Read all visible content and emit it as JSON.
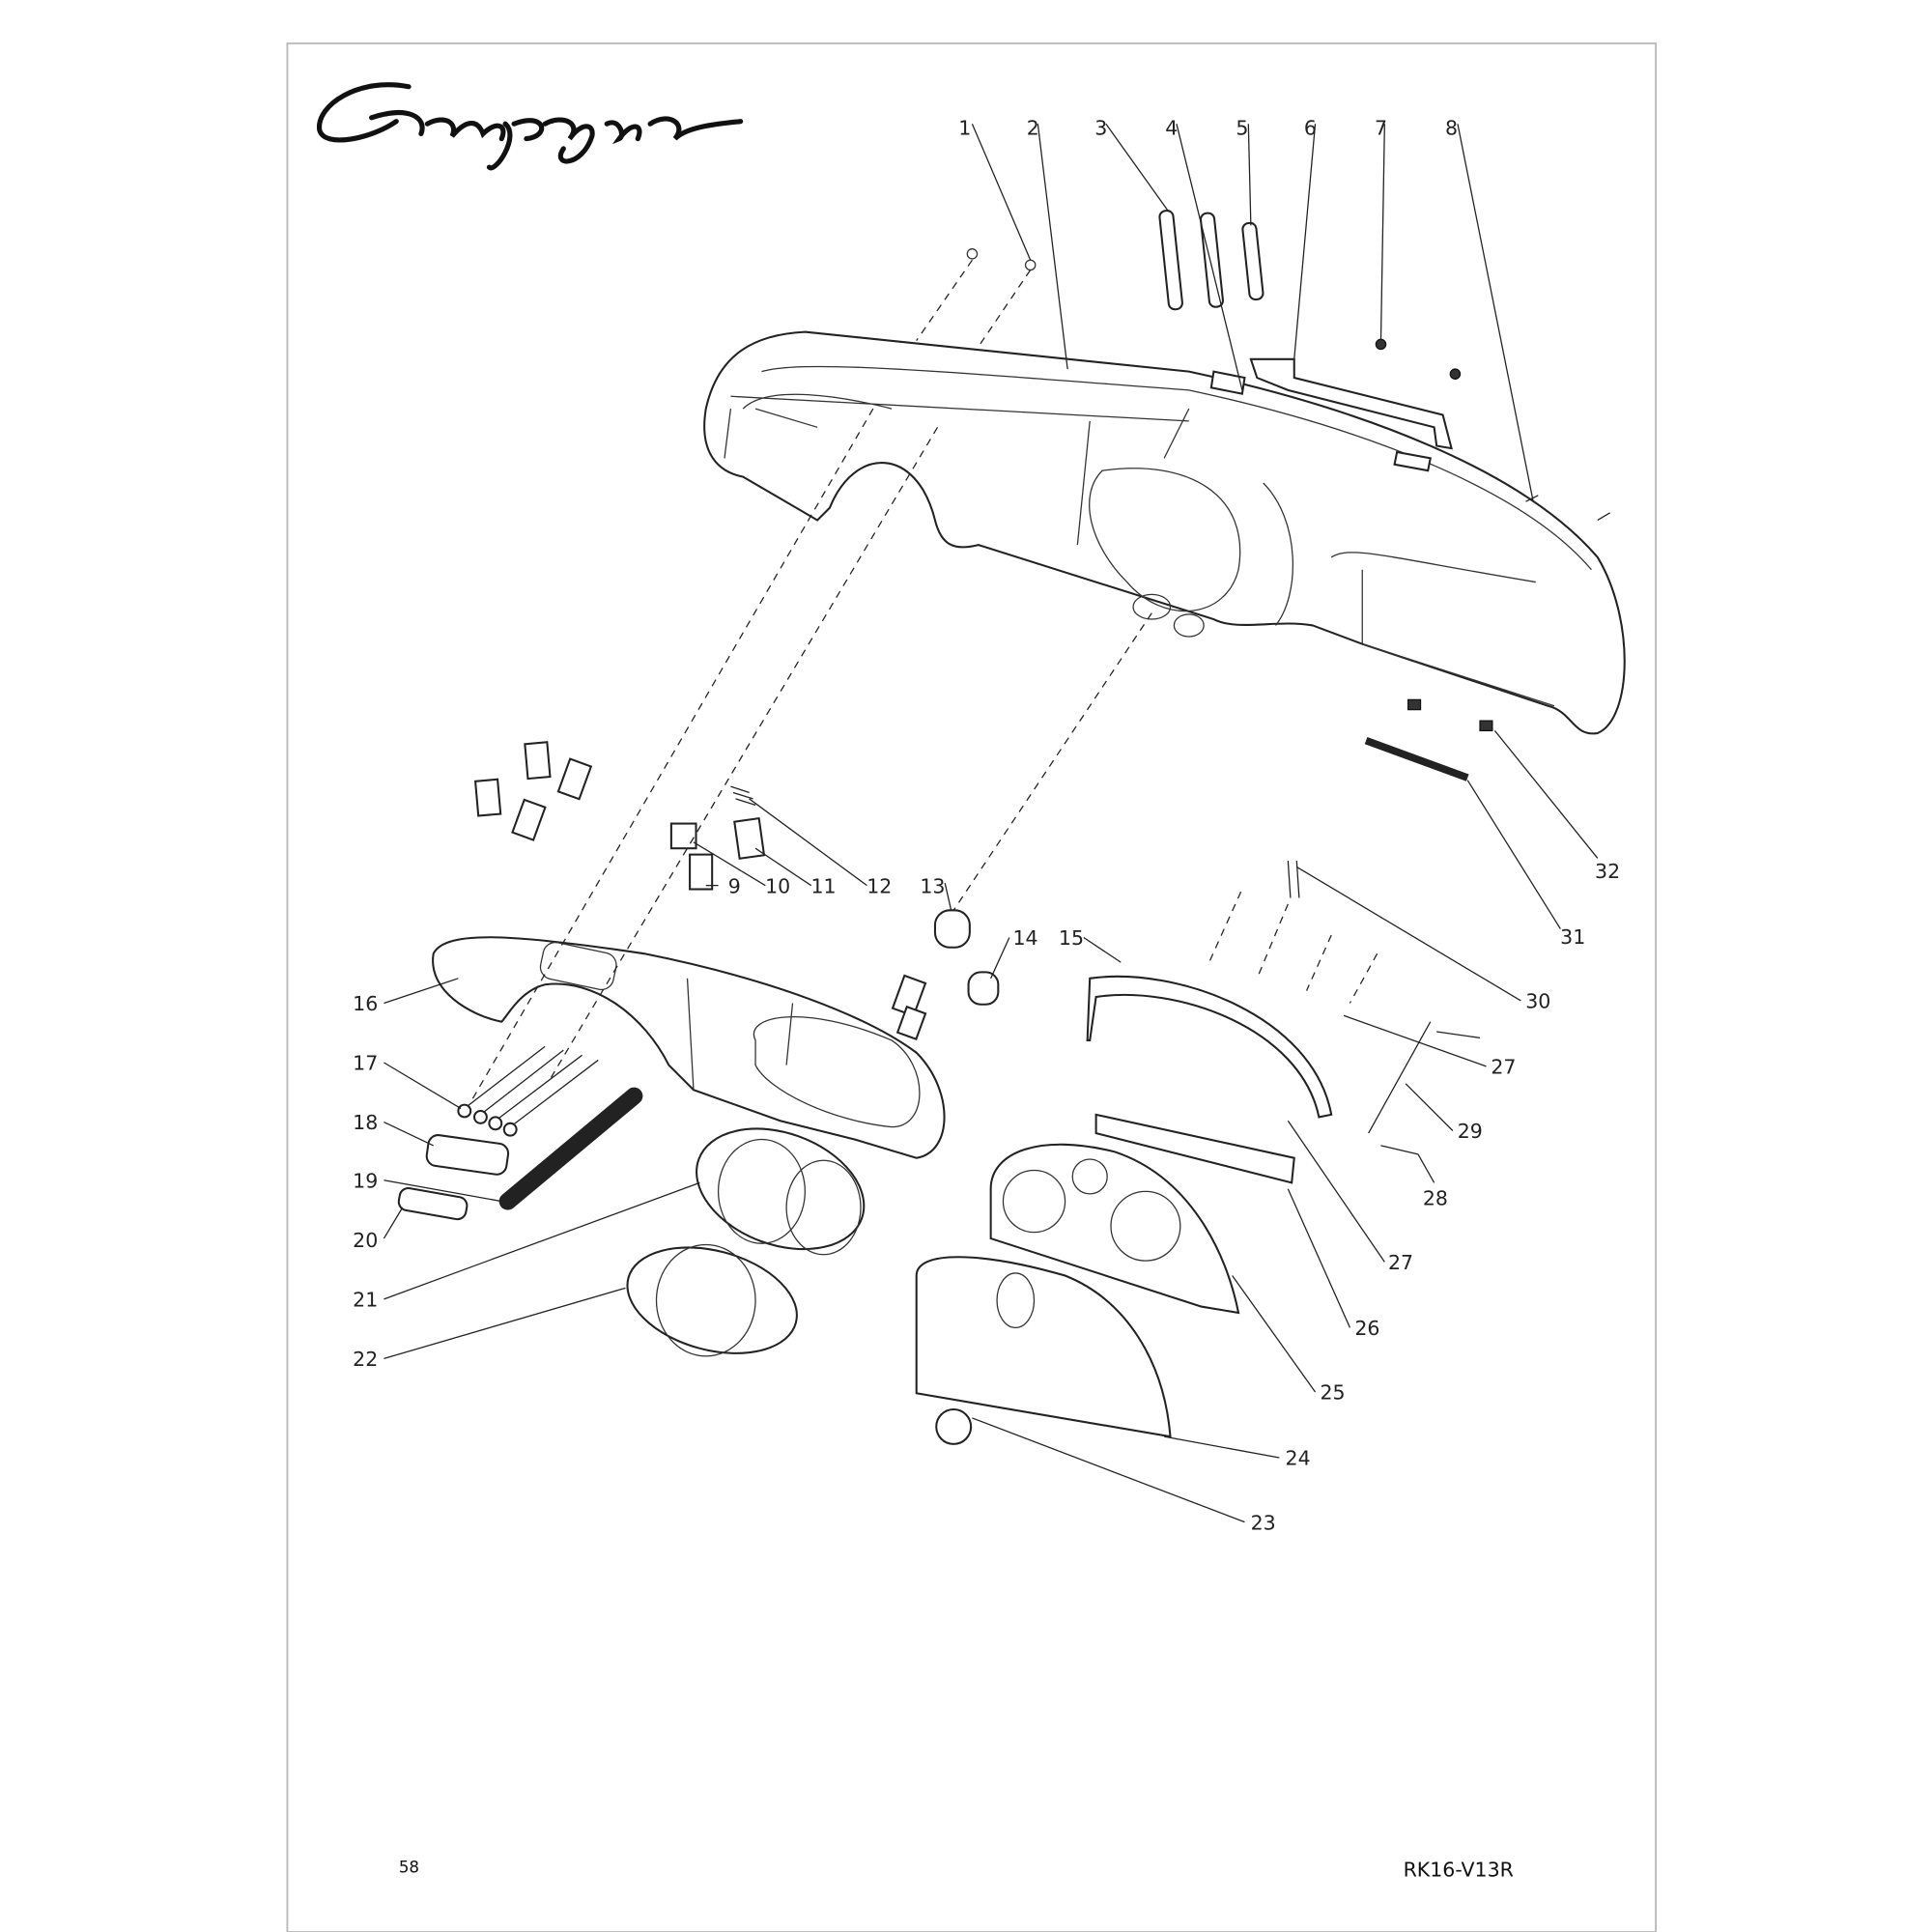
{
  "brand": {
    "logo_text": "Campagna"
  },
  "page_number": "58",
  "document_code": "RK16-V13R",
  "callouts": [
    "1",
    "2",
    "3",
    "4",
    "5",
    "6",
    "7",
    "8",
    "9",
    "10",
    "11",
    "12",
    "13",
    "14",
    "15",
    "16",
    "17",
    "18",
    "19",
    "20",
    "21",
    "22",
    "23",
    "24",
    "25",
    "26",
    "27",
    "28",
    "29",
    "27",
    "30",
    "31",
    "32"
  ]
}
